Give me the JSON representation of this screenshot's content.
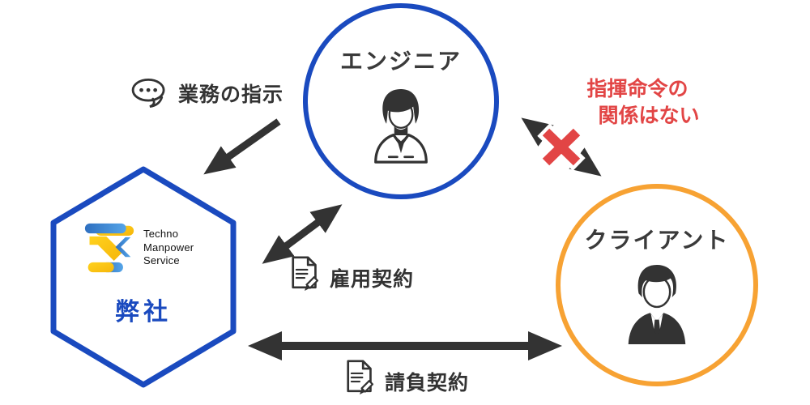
{
  "entities": {
    "engineer": {
      "label": "エンジニア"
    },
    "company": {
      "label": "弊社",
      "logo_lines": [
        "Techno",
        "Manpower",
        "Service"
      ]
    },
    "client": {
      "label": "クライアント"
    }
  },
  "relations": {
    "instruction": {
      "label": "業務の指示",
      "icon": "speech-bubble-icon",
      "from": "engineer-area",
      "to": "company"
    },
    "employment": {
      "label": "雇用契約",
      "icon": "contract-document-icon",
      "between": [
        "company",
        "engineer"
      ]
    },
    "outsourcing": {
      "label": "請負契約",
      "icon": "contract-document-icon",
      "between": [
        "company",
        "client"
      ]
    },
    "no_command": {
      "line1": "指揮命令の",
      "line2": "関係はない",
      "icon": "cross-x-icon",
      "between": [
        "engineer",
        "client"
      ]
    }
  },
  "colors": {
    "blue": "#1a4abf",
    "orange": "#f7a233",
    "red": "#e24545",
    "text_dark": "#333333",
    "logo_yellow": "#fdc40a",
    "logo_blue": "#2e6fc0",
    "logo_blue_light": "#55a5e8"
  }
}
